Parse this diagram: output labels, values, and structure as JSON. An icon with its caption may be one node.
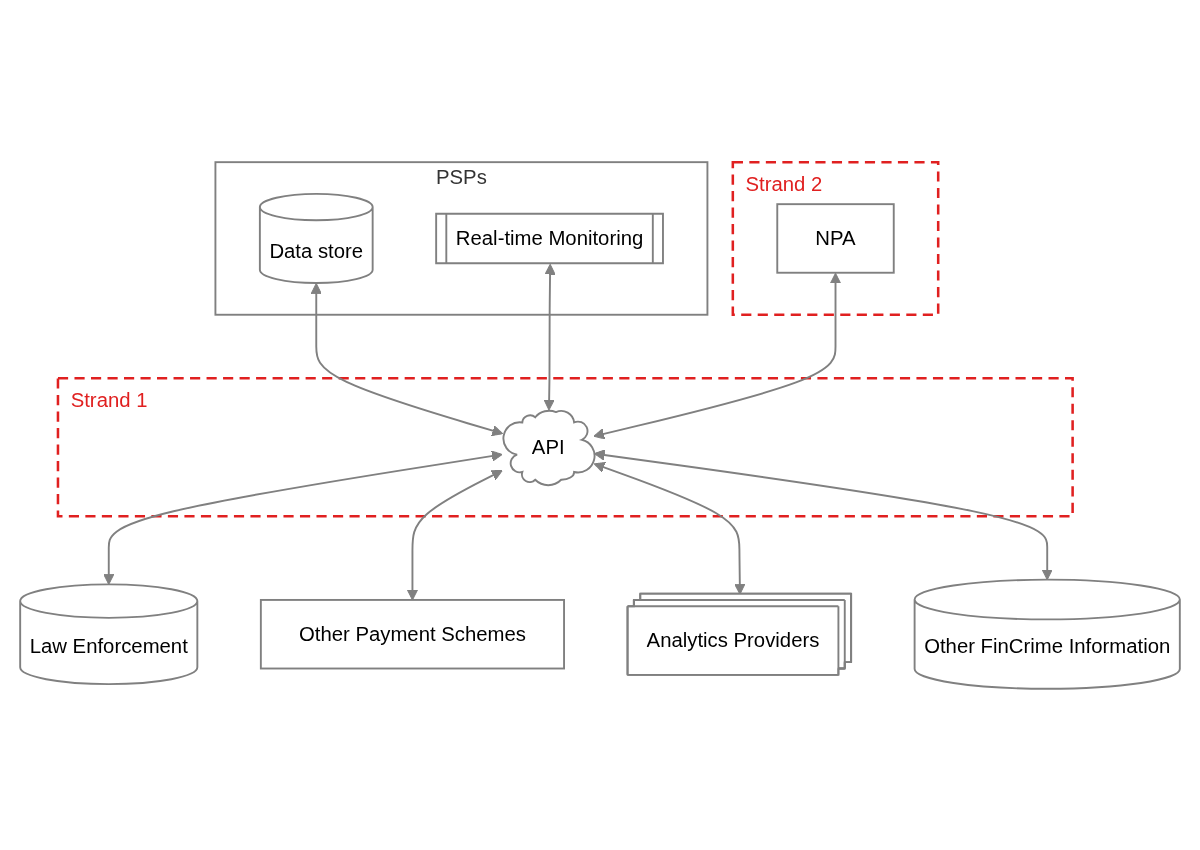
{
  "diagram": {
    "nodes": [
      {
        "text": [
          "PSPs"
        ]
      },
      {
        "text": [
          "Data store"
        ],
        "in": 0
      },
      {
        "text": [
          "Real-time Monitoring"
        ],
        "in": 0
      },
      {
        "text": [
          "Strand 2"
        ]
      },
      {
        "text": [
          "NPA"
        ],
        "in": 3
      },
      {
        "text": [
          "Strand 1"
        ]
      },
      {
        "text": [
          "API"
        ],
        "in": 5
      },
      {
        "text": [
          "Law Enforcement"
        ]
      },
      {
        "text": [
          "Other Payment Schemes"
        ]
      },
      {
        "text": [
          "Analytics Providers"
        ]
      },
      {
        "text": [
          "Other FinCrime Information"
        ]
      }
    ],
    "edges": [
      {
        "from": 1,
        "to": 6,
        "arrow": "both"
      },
      {
        "from": 2,
        "to": 6,
        "arrow": "both"
      },
      {
        "from": 4,
        "to": 6,
        "arrow": "both"
      },
      {
        "from": 6,
        "to": 7,
        "arrow": "both"
      },
      {
        "from": 6,
        "to": 8,
        "arrow": "both"
      },
      {
        "from": 6,
        "to": 9,
        "arrow": "both"
      },
      {
        "from": 6,
        "to": 10,
        "arrow": "both"
      }
    ]
  }
}
